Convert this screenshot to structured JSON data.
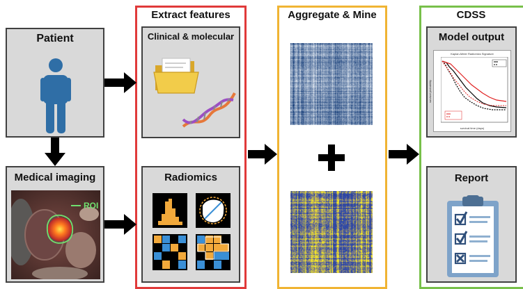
{
  "patient": {
    "title": "Patient"
  },
  "imaging": {
    "title": "Medical imaging",
    "roi_label": "ROI"
  },
  "extract": {
    "header": "Extract features",
    "clinical_title": "Clinical & molecular",
    "radiomics_title": "Radiomics"
  },
  "aggregate": {
    "header": "Aggregate & Mine"
  },
  "cdss": {
    "header": "CDSS",
    "model_title": "Model output",
    "report_title": "Report",
    "km_plot_title": "Kaplan-Meier Radiomics Signature",
    "km_xlabel": "survival time (days)",
    "km_ylabel": "survival probability"
  },
  "colors": {
    "extract_border": "#e03a3a",
    "aggregate_border": "#f0b433",
    "cdss_border": "#78c04a",
    "box_fill": "#d9d9d9",
    "figure_blue": "#2f6ea6",
    "roi_green": "#5cd65c"
  }
}
